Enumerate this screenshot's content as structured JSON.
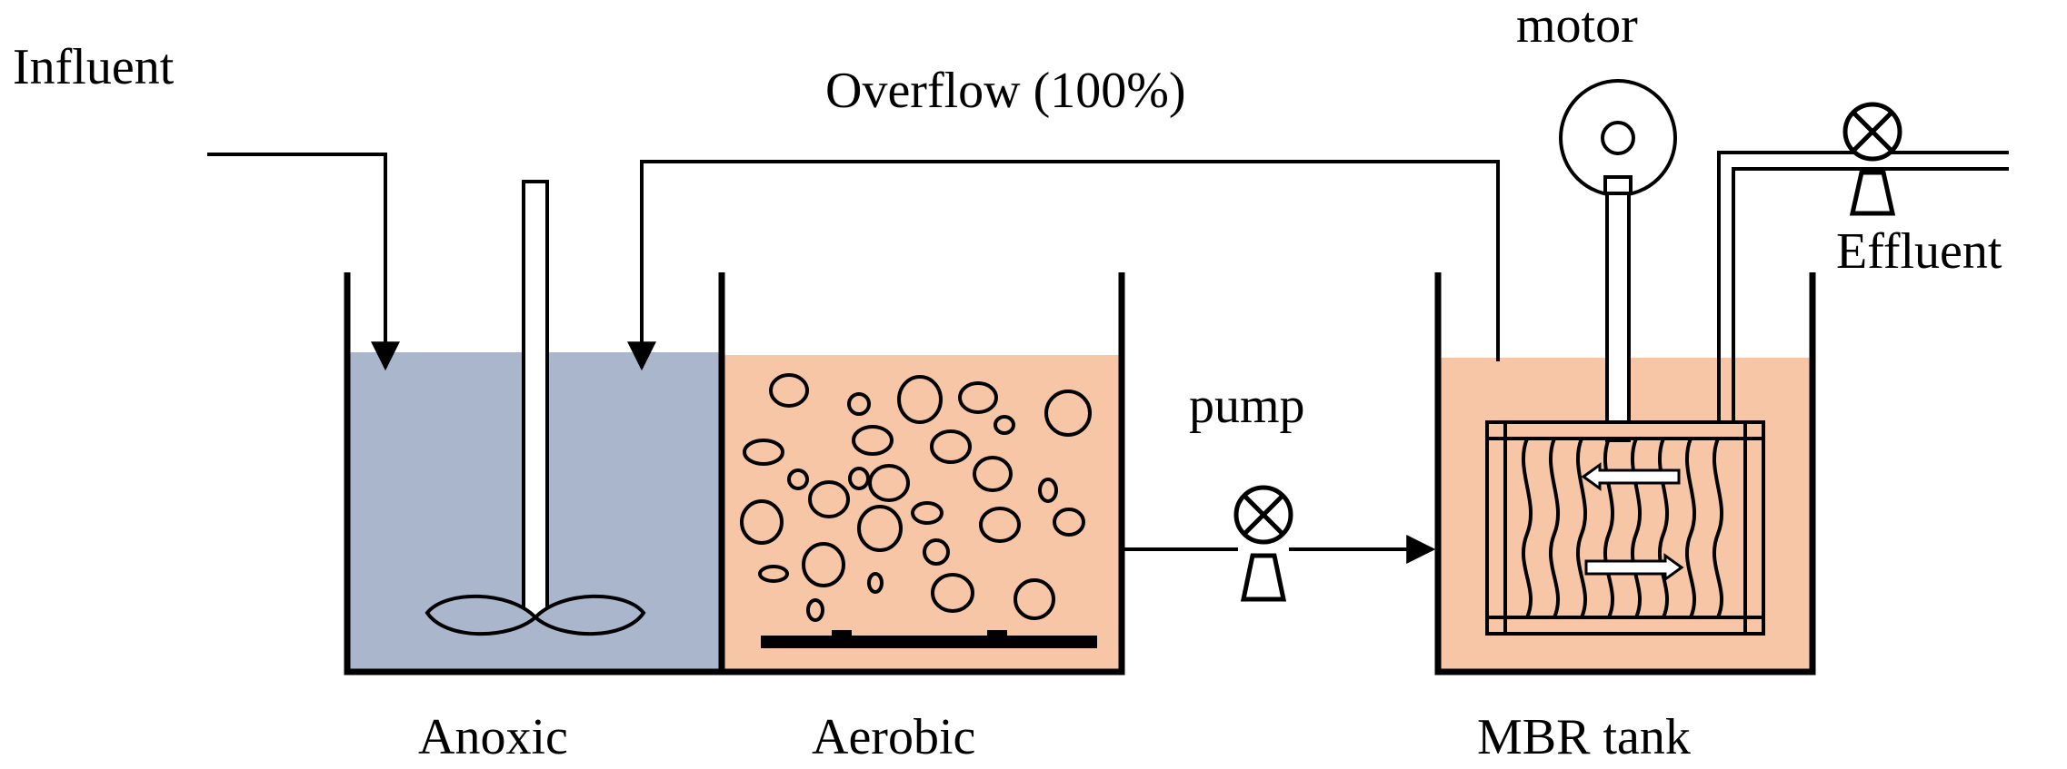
{
  "labels": {
    "influent": "Influent",
    "overflow": "Overflow (100%)",
    "motor": "motor",
    "effluent": "Effluent",
    "pump": "pump",
    "anoxic": "Anoxic",
    "aerobic": "Aerobic",
    "mbr_tank": "MBR tank"
  },
  "colors": {
    "anoxic_liquid": "#a9b6cb",
    "aerobic_liquid": "#f7c6a6",
    "line": "#000000"
  },
  "icons": {
    "mixer": "impeller-mixer-icon",
    "pump": "peristaltic-pump-icon",
    "motor": "motor-icon",
    "membrane": "membrane-module-icon"
  }
}
